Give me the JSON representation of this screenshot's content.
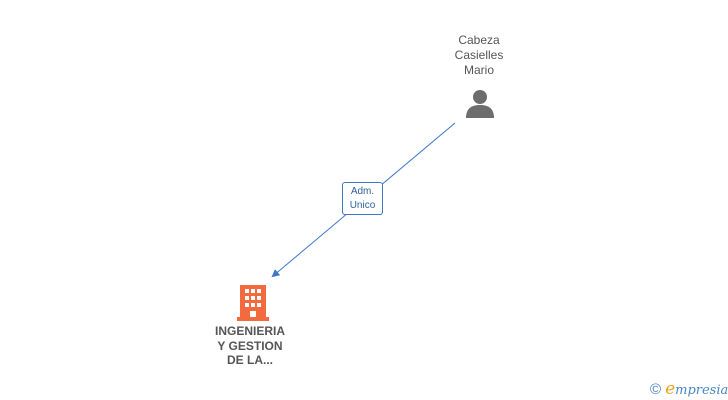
{
  "person": {
    "name_lines": [
      "Cabeza",
      "Casielles",
      "Mario"
    ],
    "icon": "person-icon"
  },
  "relation": {
    "role_lines": [
      "Adm.",
      "Unico"
    ],
    "line_color": "#3d78c7"
  },
  "company": {
    "name_lines": [
      "INGENIERIA",
      "Y GESTION",
      "DE LA..."
    ],
    "icon": "building-icon",
    "icon_color": "#f26a3d"
  },
  "watermark": {
    "symbol": "©",
    "brand_initial": "e",
    "brand_rest": "mpresia"
  }
}
